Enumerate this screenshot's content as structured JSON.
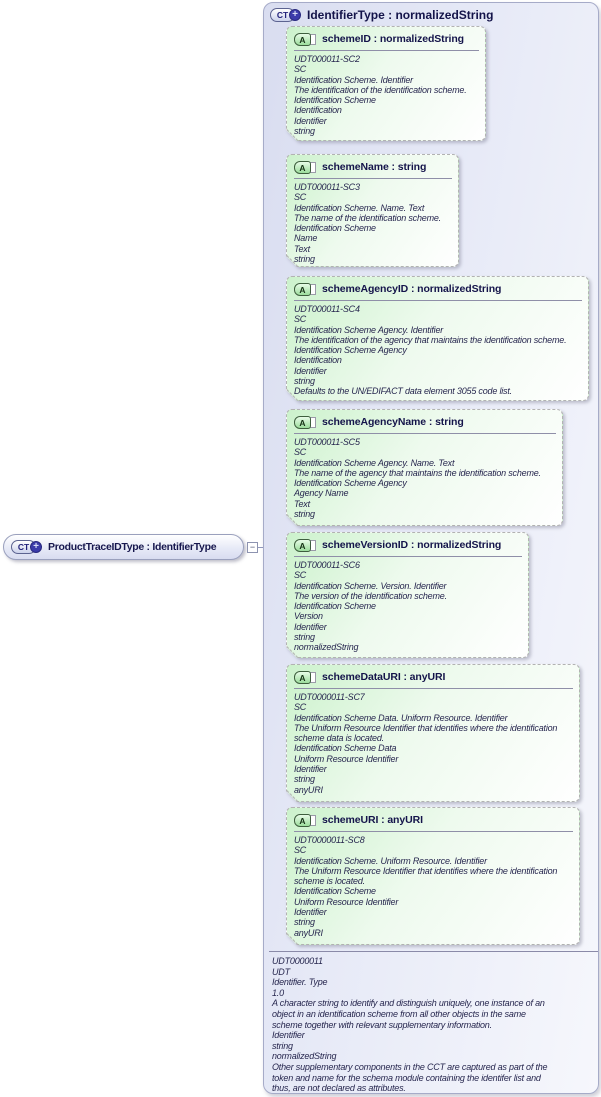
{
  "icons": {
    "complex_type_badge": "CT",
    "plus_glyph": "+",
    "attribute_badge": "A",
    "collapse_glyph": "−"
  },
  "root_node": {
    "title": "ProductTraceIDType : IdentifierType"
  },
  "complex_type": {
    "title": "IdentifierType : normalizedString",
    "attributes": [
      {
        "title": "schemeID : normalizedString",
        "annotation": [
          "UDT000011-SC2",
          "SC",
          "Identification Scheme. Identifier",
          "The identification of the identification scheme.",
          "Identification Scheme",
          "Identification",
          "Identifier",
          "string"
        ]
      },
      {
        "title": "schemeName : string",
        "annotation": [
          "UDT000011-SC3",
          "SC",
          "Identification Scheme. Name. Text",
          "The name of the identification scheme.",
          "Identification Scheme",
          "Name",
          "Text",
          "string"
        ]
      },
      {
        "title": "schemeAgencyID : normalizedString",
        "annotation": [
          "UDT000011-SC4",
          "SC",
          "Identification Scheme Agency. Identifier",
          "The identification of the agency that maintains the identification scheme.",
          "Identification Scheme Agency",
          "Identification",
          "Identifier",
          "string",
          "Defaults to the UN/EDIFACT data element 3055 code list."
        ]
      },
      {
        "title": "schemeAgencyName : string",
        "annotation": [
          "UDT000011-SC5",
          "SC",
          "Identification Scheme Agency. Name. Text",
          "The name of the agency that maintains the identification scheme.",
          "Identification Scheme Agency",
          "Agency Name",
          "Text",
          "string"
        ]
      },
      {
        "title": "schemeVersionID : normalizedString",
        "annotation": [
          "UDT000011-SC6",
          "SC",
          "Identification Scheme. Version. Identifier",
          "The version of the identification scheme.",
          "Identification Scheme",
          "Version",
          "Identifier",
          "string",
          "normalizedString"
        ]
      },
      {
        "title": "schemeDataURI : anyURI",
        "annotation": [
          "UDT0000011-SC7",
          "SC",
          "Identification Scheme Data. Uniform Resource. Identifier",
          "The Uniform Resource Identifier that identifies where the identification",
          "scheme data is located.",
          "Identification Scheme Data",
          "Uniform Resource Identifier",
          "Identifier",
          "string",
          "anyURI"
        ]
      },
      {
        "title": "schemeURI : anyURI",
        "annotation": [
          "UDT0000011-SC8",
          "SC",
          "Identification Scheme. Uniform Resource. Identifier",
          "The Uniform Resource Identifier that identifies where the identification",
          "scheme is located.",
          "Identification Scheme",
          "Uniform Resource Identifier",
          "Identifier",
          "string",
          "anyURI"
        ]
      }
    ],
    "annotation": [
      "UDT0000011",
      "UDT",
      "Identifier. Type",
      "1.0",
      "A character string to identify and distinguish uniquely, one instance of an",
      "object in an identification scheme from all other objects in the same",
      "scheme together with relevant supplementary information.",
      "Identifier",
      "string",
      "normalizedString",
      "Other supplementary components in the CCT are captured as part of the",
      "token and name for the schema module containing the identifer list and",
      "thus, are not declared as attributes."
    ]
  }
}
